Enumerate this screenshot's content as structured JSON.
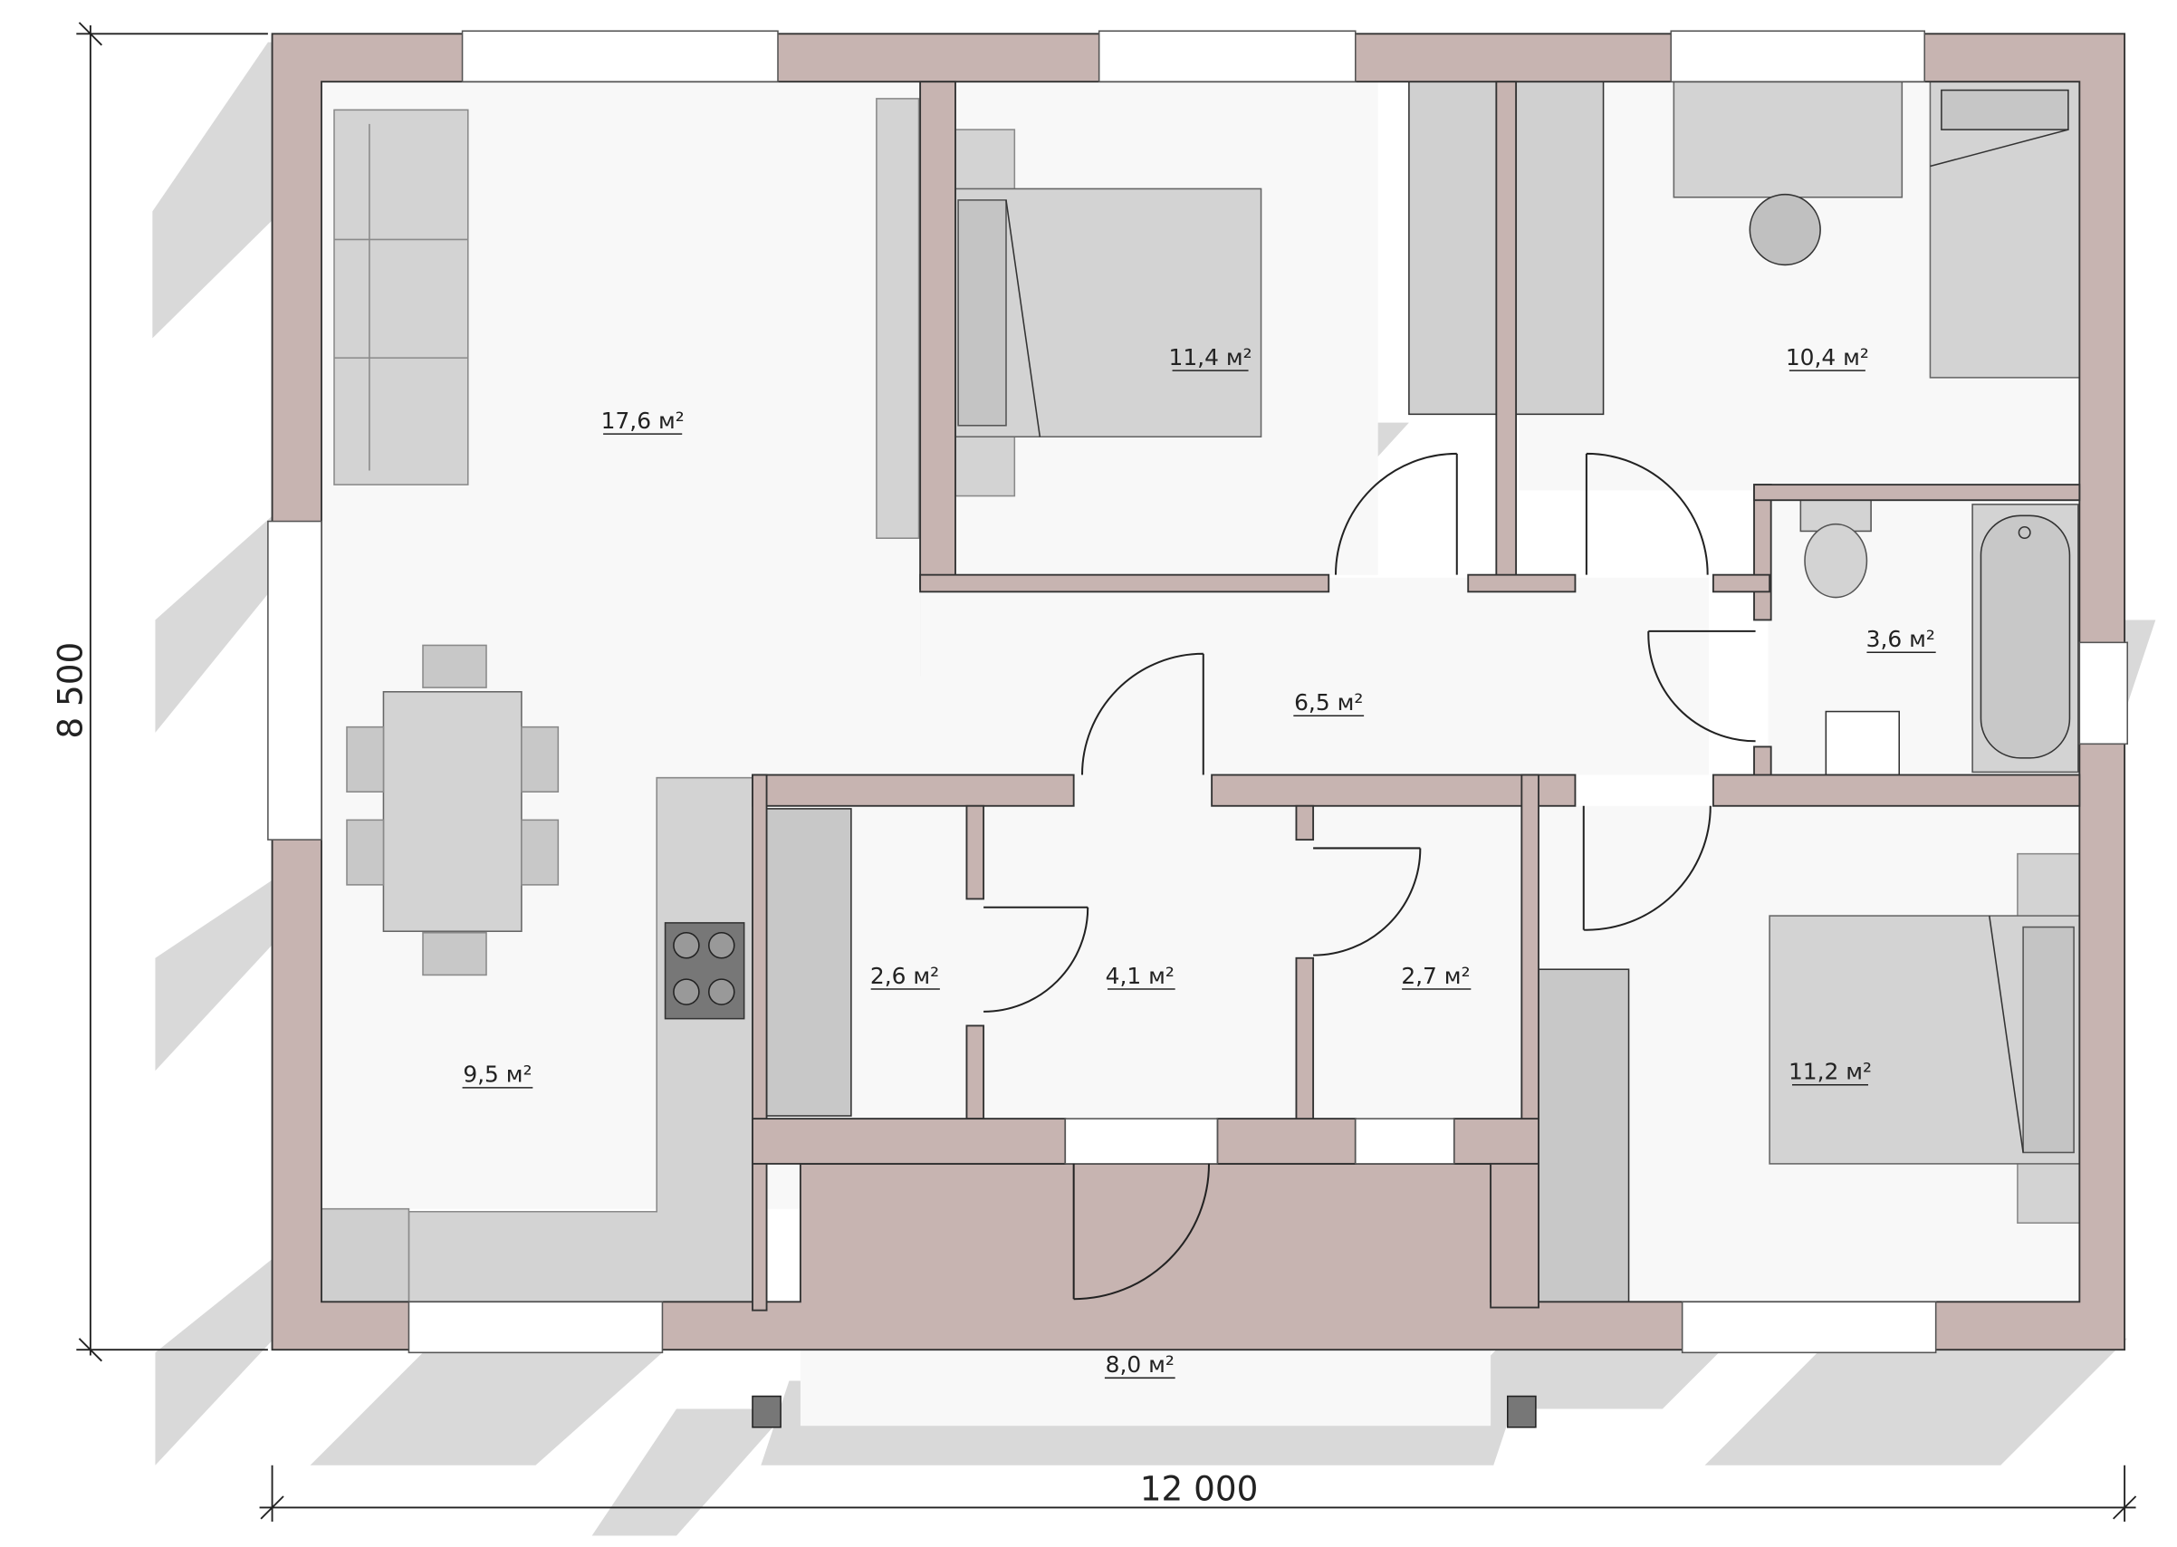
{
  "plan": {
    "dimensions": {
      "width_label": "12 000",
      "height_label": "8 500"
    },
    "rooms": [
      {
        "id": "living",
        "area": "17,6",
        "unit": "м²"
      },
      {
        "id": "bedroom-1",
        "area": "11,4",
        "unit": "м²"
      },
      {
        "id": "bedroom-2",
        "area": "10,4",
        "unit": "м²"
      },
      {
        "id": "bathroom",
        "area": "3,6",
        "unit": "м²"
      },
      {
        "id": "hall",
        "area": "6,5",
        "unit": "м²"
      },
      {
        "id": "kitchen",
        "area": "9,5",
        "unit": "м²"
      },
      {
        "id": "storage-1",
        "area": "2,6",
        "unit": "м²"
      },
      {
        "id": "entrance",
        "area": "4,1",
        "unit": "м²"
      },
      {
        "id": "storage-2",
        "area": "2,7",
        "unit": "м²"
      },
      {
        "id": "bedroom-3",
        "area": "11,2",
        "unit": "м²"
      },
      {
        "id": "terrace",
        "area": "8,0",
        "unit": "м²"
      }
    ],
    "colors": {
      "wall": "#c7b4b1",
      "shadow": "#d8d8d8",
      "furniture": "#d3d3d3",
      "line": "#333333",
      "floor": "#f7f7f7"
    }
  }
}
